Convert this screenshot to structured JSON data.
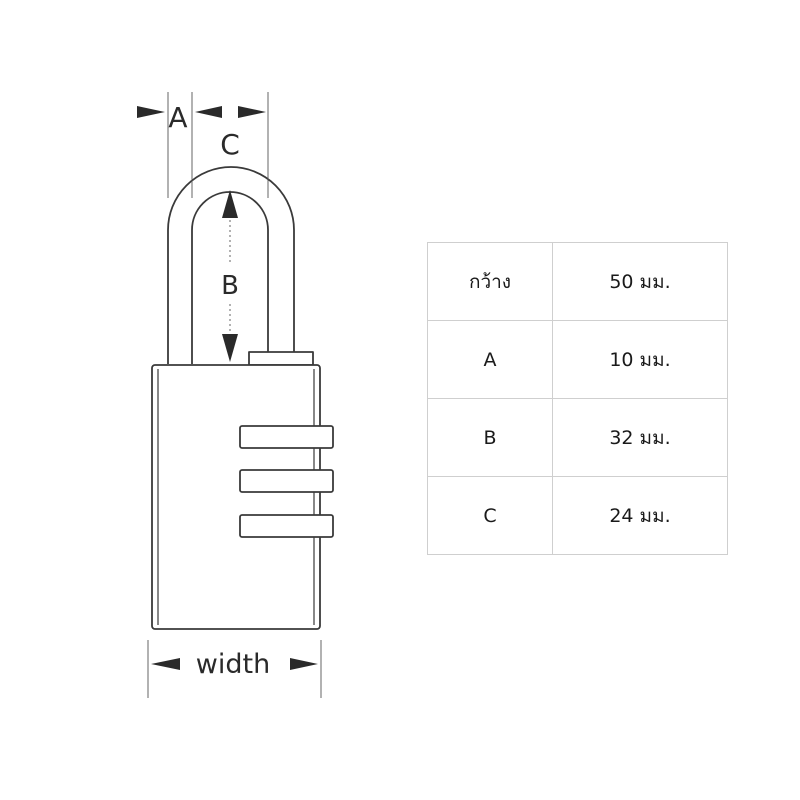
{
  "diagram": {
    "labels": {
      "a": "A",
      "b": "B",
      "c": "C",
      "width": "width"
    },
    "icon": "combination-padlock-icon"
  },
  "table": {
    "rows": [
      {
        "key": "กว้าง",
        "value": "50 มม."
      },
      {
        "key": "A",
        "value": "10 มม."
      },
      {
        "key": "B",
        "value": "32 มม."
      },
      {
        "key": "C",
        "value": "24 มม."
      }
    ]
  },
  "colors": {
    "line": "#3a3a3a",
    "table_border": "#cfcfcf",
    "background": "#ffffff"
  }
}
